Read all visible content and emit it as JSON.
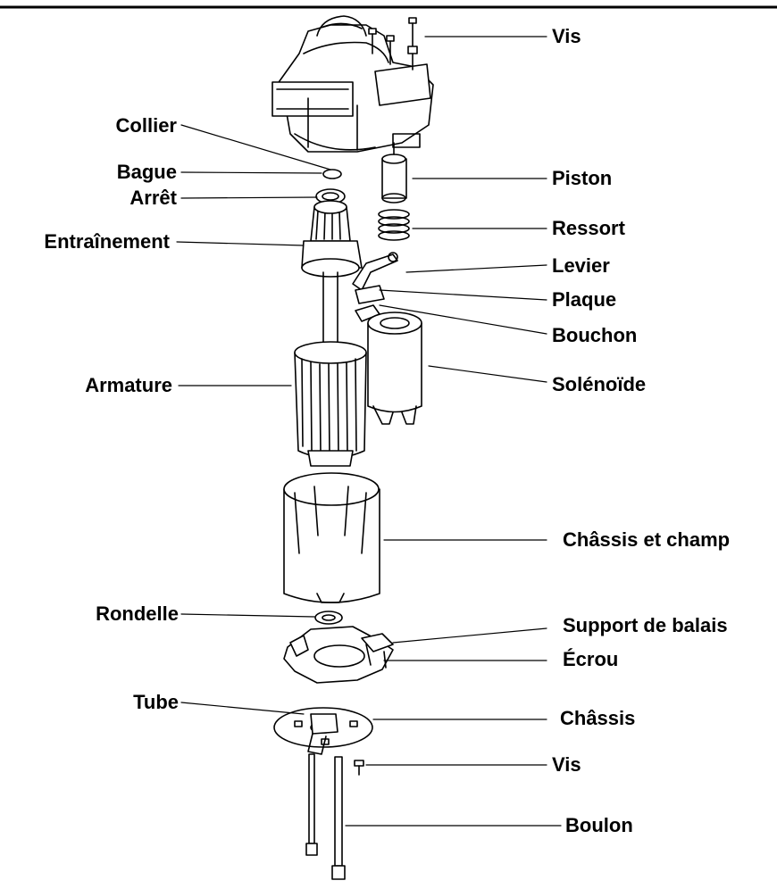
{
  "diagram": {
    "labels_left": {
      "collier": "Collier",
      "bague": "Bague",
      "arret": "Arrêt",
      "entrainement": "Entraînement",
      "armature": "Armature",
      "rondelle": "Rondelle",
      "tube": "Tube"
    },
    "labels_right": {
      "vis_top": "Vis",
      "piston": "Piston",
      "ressort": "Ressort",
      "levier": "Levier",
      "plaque": "Plaque",
      "bouchon": "Bouchon",
      "solenoide": "Solénoïde",
      "chassis_champ": "Châssis et champ",
      "support_balais": "Support de balais",
      "ecrou": "Écrou",
      "chassis": "Châssis",
      "vis_bottom": "Vis",
      "boulon": "Boulon"
    }
  }
}
